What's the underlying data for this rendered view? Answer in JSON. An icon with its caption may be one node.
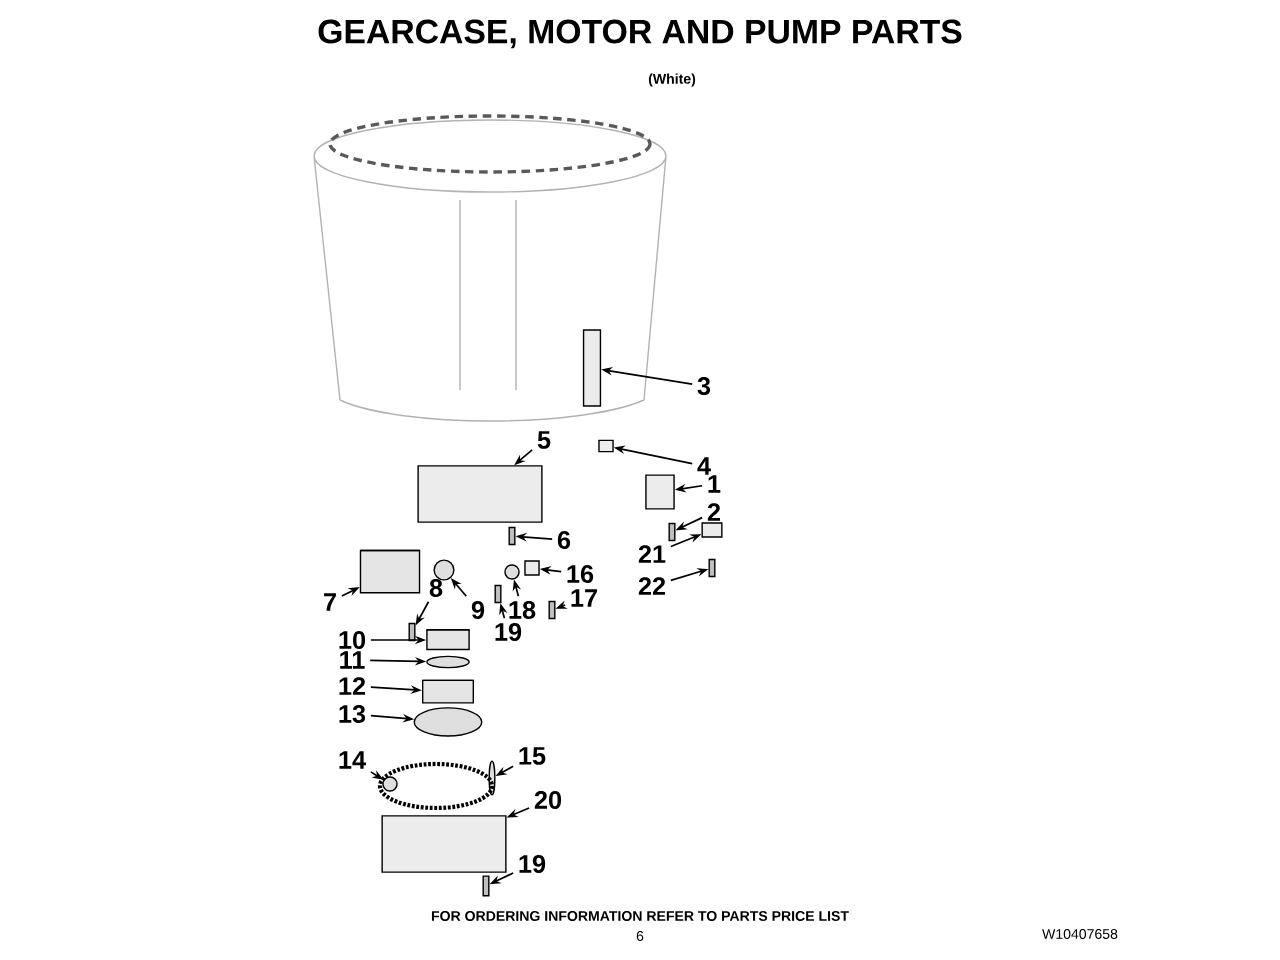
{
  "diagram": {
    "title": "GEARCASE, MOTOR AND PUMP PARTS",
    "nodes": [
      {
        "text": [
          "3"
        ]
      },
      {
        "text": [
          "4"
        ]
      },
      {
        "text": [
          "1"
        ]
      },
      {
        "text": [
          "2"
        ]
      },
      {
        "text": [
          "5"
        ]
      },
      {
        "text": [
          "6"
        ]
      },
      {
        "text": [
          "16"
        ]
      },
      {
        "text": [
          "17"
        ]
      },
      {
        "text": [
          "18"
        ]
      },
      {
        "text": [
          "19"
        ]
      },
      {
        "text": [
          "21"
        ]
      },
      {
        "text": [
          "22"
        ]
      },
      {
        "text": [
          "7"
        ]
      },
      {
        "text": [
          "8"
        ]
      },
      {
        "text": [
          "9"
        ]
      },
      {
        "text": [
          "10"
        ]
      },
      {
        "text": [
          "11"
        ]
      },
      {
        "text": [
          "12"
        ]
      },
      {
        "text": [
          "13"
        ]
      },
      {
        "text": [
          "14"
        ]
      },
      {
        "text": [
          "15"
        ]
      },
      {
        "text": [
          "20"
        ]
      },
      {
        "text": [
          "19"
        ]
      },
      {
        "text": [],
        "shape": "box"
      },
      {
        "text": [],
        "shape": "box"
      },
      {
        "text": [],
        "shape": "box"
      },
      {
        "text": [],
        "shape": "bar"
      },
      {
        "text": [],
        "shape": "box"
      },
      {
        "text": [],
        "shape": "bar"
      },
      {
        "text": [],
        "shape": "box"
      },
      {
        "text": [],
        "shape": "bar"
      },
      {
        "text": [],
        "shape": "circle"
      },
      {
        "text": [],
        "shape": "bar"
      },
      {
        "text": [],
        "shape": "box"
      },
      {
        "text": [],
        "shape": "bar"
      },
      {
        "text": [],
        "shape": "cylinder"
      },
      {
        "text": [],
        "shape": "bar"
      },
      {
        "text": [],
        "shape": "circle"
      },
      {
        "text": [],
        "shape": "cylinder"
      },
      {
        "text": [],
        "shape": "circle"
      },
      {
        "text": [],
        "shape": "cylinder"
      },
      {
        "text": [],
        "shape": "circle"
      },
      {
        "text": [],
        "shape": "circle"
      },
      {
        "text": [],
        "shape": "circle"
      },
      {
        "text": [],
        "shape": "box"
      },
      {
        "text": [],
        "shape": "bar"
      }
    ],
    "edges": [
      {
        "from": 0,
        "to": 23,
        "arrow": "to"
      },
      {
        "from": 1,
        "to": 24,
        "arrow": "to"
      },
      {
        "from": 2,
        "to": 25,
        "arrow": "to"
      },
      {
        "from": 3,
        "to": 26,
        "arrow": "to"
      },
      {
        "from": 4,
        "to": 27,
        "arrow": "to"
      },
      {
        "from": 5,
        "to": 28,
        "arrow": "to"
      },
      {
        "from": 6,
        "to": 29,
        "arrow": "to"
      },
      {
        "from": 7,
        "to": 30,
        "arrow": "to"
      },
      {
        "from": 8,
        "to": 31,
        "arrow": "to"
      },
      {
        "from": 9,
        "to": 32,
        "arrow": "to"
      },
      {
        "from": 10,
        "to": 33,
        "arrow": "to"
      },
      {
        "from": 11,
        "to": 34,
        "arrow": "to"
      },
      {
        "from": 12,
        "to": 35,
        "arrow": "to"
      },
      {
        "from": 13,
        "to": 36,
        "arrow": "to"
      },
      {
        "from": 14,
        "to": 37,
        "arrow": "to"
      },
      {
        "from": 15,
        "to": 38,
        "arrow": "to"
      },
      {
        "from": 16,
        "to": 39,
        "arrow": "to"
      },
      {
        "from": 17,
        "to": 40,
        "arrow": "to"
      },
      {
        "from": 18,
        "to": 41,
        "arrow": "to"
      },
      {
        "from": 19,
        "to": 42,
        "arrow": "to"
      },
      {
        "from": 20,
        "to": 43,
        "arrow": "to"
      },
      {
        "from": 21,
        "to": 44,
        "arrow": "to"
      },
      {
        "from": 22,
        "to": 45,
        "arrow": "to"
      }
    ],
    "labels": [
      "(White)",
      "FOR ORDERING INFORMATION REFER TO PARTS PRICE LIST",
      "6",
      "W10407658"
    ]
  }
}
